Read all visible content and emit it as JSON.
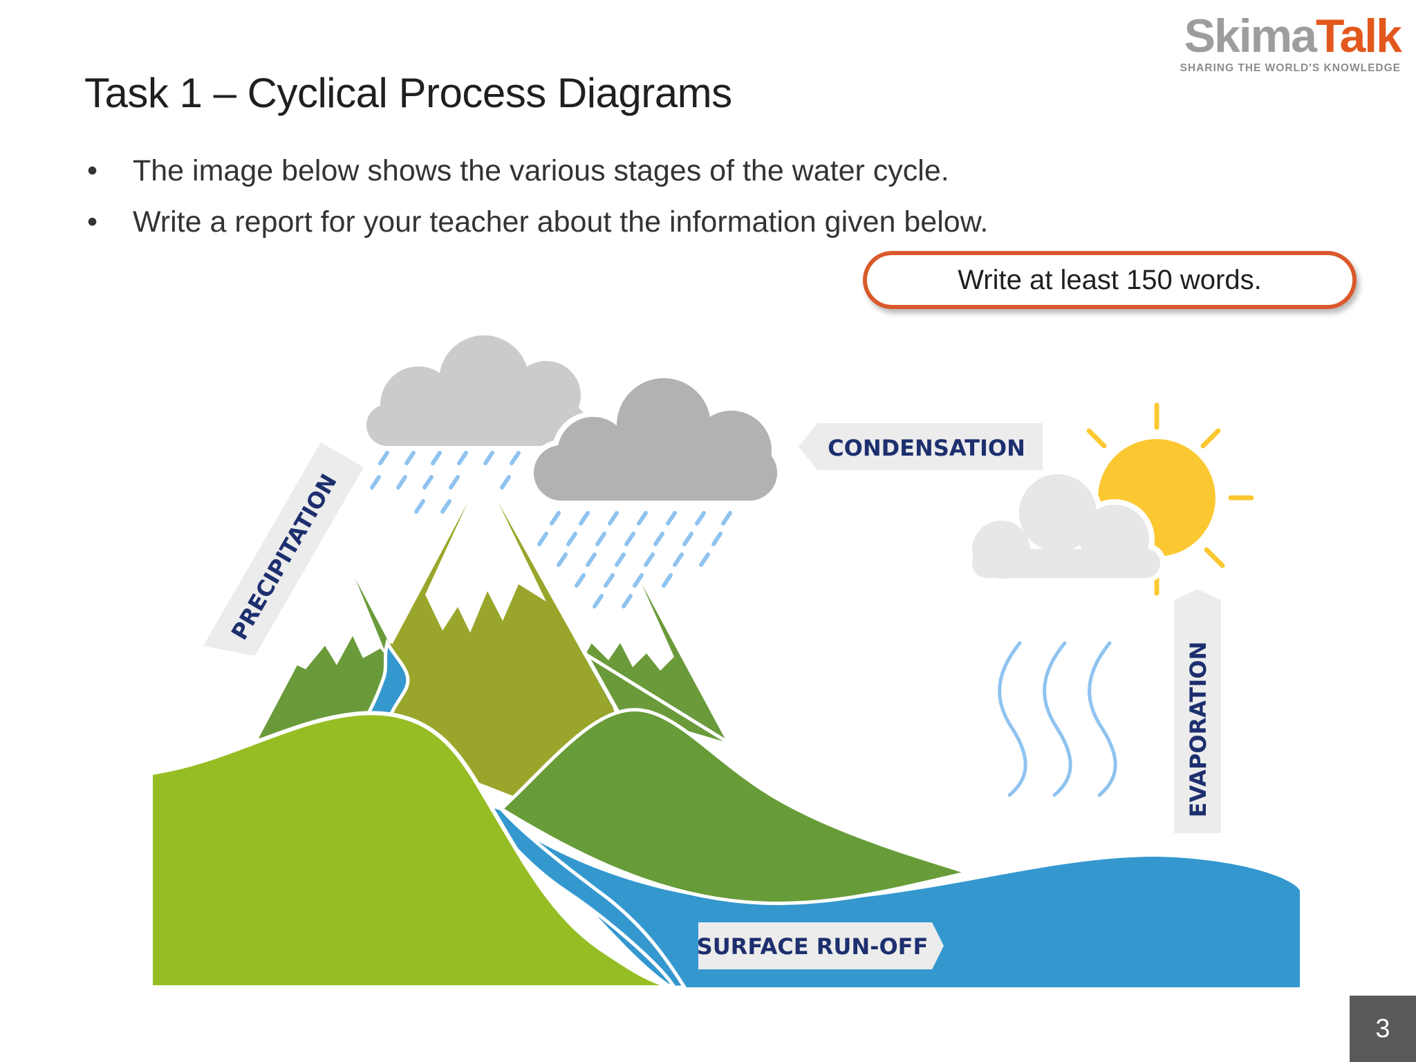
{
  "logo": {
    "part1": "Skima",
    "part2": "Talk",
    "tagline": "SHARING THE WORLD'S KNOWLEDGE"
  },
  "title": "Task 1 – Cyclical Process Diagrams",
  "bullets": [
    "The image below shows the various stages of the water cycle.",
    "Write a report for your teacher about the information given below."
  ],
  "instruction": "Write at least 150 words.",
  "diagram": {
    "labels": {
      "precipitation": "PRECIPITATION",
      "condensation": "CONDENSATION",
      "evaporation": "EVAPORATION",
      "surface_runoff": "SURFACE RUN-OFF"
    },
    "colors": {
      "water": "#3498cf",
      "light_green": "#96be24",
      "dark_green": "#679c38",
      "olive": "#9aa62b",
      "sun": "#fcc832",
      "label_text": "#1d2f6e",
      "label_box": "#ececec",
      "rain": "#8fc3f0"
    }
  },
  "page_number": "3"
}
